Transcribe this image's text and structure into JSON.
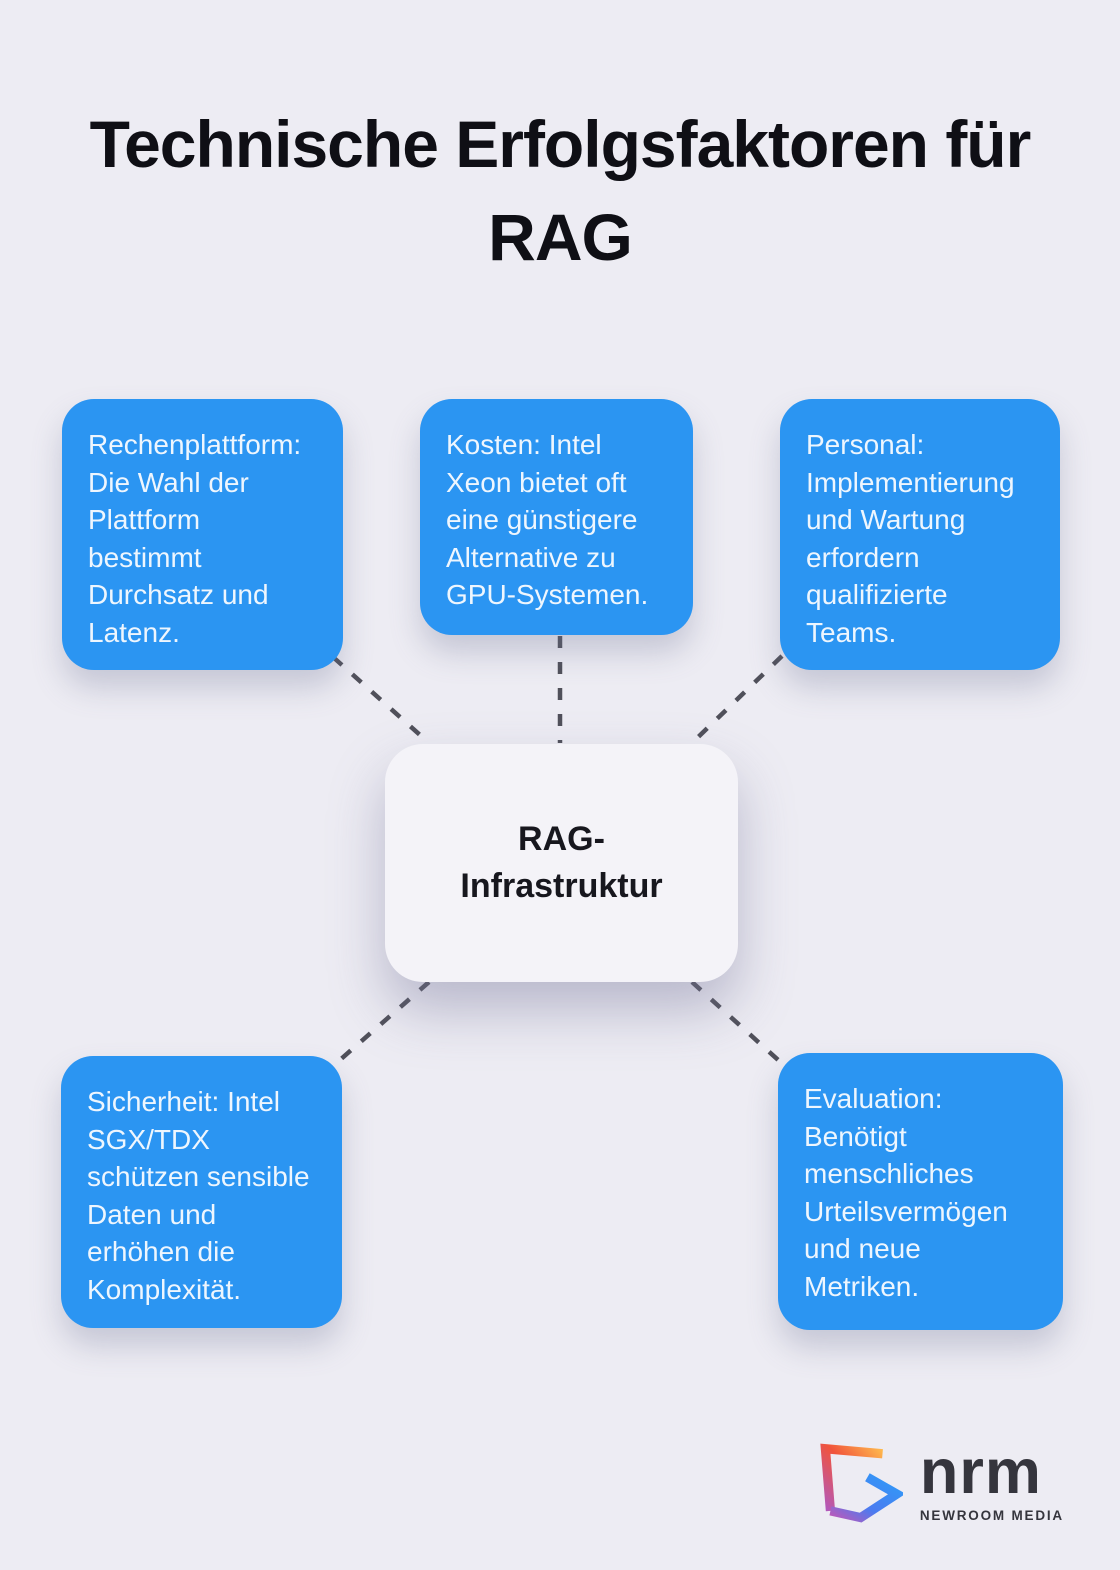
{
  "title": "Technische Erfolgsfaktoren für RAG",
  "center_node": {
    "label": "RAG-Infrastruktur"
  },
  "nodes": [
    {
      "id": "rechenplattform",
      "text": "Rechenplattform: Die Wahl der Plattform bestimmt Durchsatz und Latenz."
    },
    {
      "id": "kosten",
      "text": "Kosten: Intel Xeon bietet oft eine günstigere Alternative zu GPU-Systemen."
    },
    {
      "id": "personal",
      "text": "Personal: Implementierung und Wartung erfordern qualifizierte Teams."
    },
    {
      "id": "sicherheit",
      "text": "Sicherheit: Intel SGX/TDX schützen sensible Daten und erhöhen die Komplexität."
    },
    {
      "id": "evaluation",
      "text": "Evaluation: Benötigt menschliches Urteilsvermögen und neue Metriken."
    }
  ],
  "edges": [
    {
      "from": "rechenplattform",
      "to": "rag-infrastruktur"
    },
    {
      "from": "kosten",
      "to": "rag-infrastruktur"
    },
    {
      "from": "personal",
      "to": "rag-infrastruktur"
    },
    {
      "from": "sicherheit",
      "to": "rag-infrastruktur"
    },
    {
      "from": "evaluation",
      "to": "rag-infrastruktur"
    }
  ],
  "logo": {
    "abbr": "nrm",
    "company": "NEWROOM MEDIA"
  },
  "colors": {
    "background": "#edecf3",
    "node_blue": "#2b95f2",
    "node_text": "#eef6fe",
    "center_bg": "#f4f3f8",
    "center_text": "#17171e",
    "title_text": "#0f0f15",
    "dash": "#50505a",
    "logo_text": "#35353d",
    "logo_gradient_warm": [
      "#ffbc4e",
      "#f1543b",
      "#b059c0"
    ],
    "logo_gradient_cool": [
      "#c058b8",
      "#4b7bf0",
      "#2f9bf8"
    ]
  }
}
